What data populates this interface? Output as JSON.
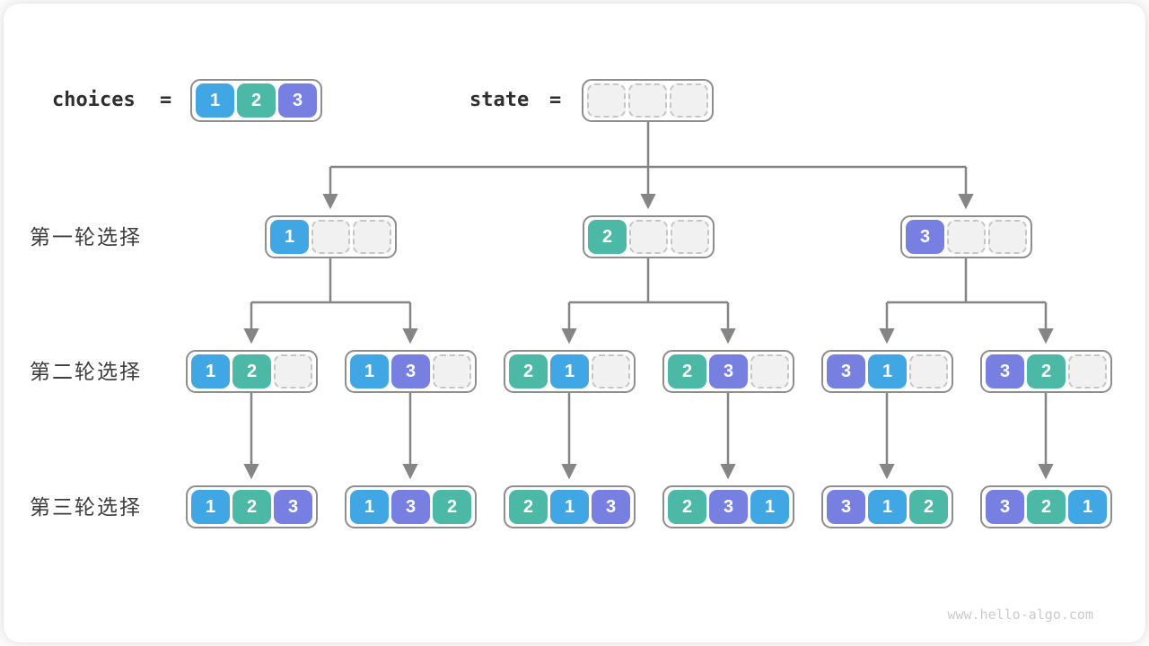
{
  "header": {
    "choices_label": "choices",
    "choices_equals": "=",
    "choices_cells": [
      "1",
      "2",
      "3"
    ],
    "state_label": "state",
    "state_equals": "=",
    "state_cells": [
      "",
      "",
      ""
    ]
  },
  "rows": [
    {
      "label": "第一轮选择",
      "nodes": [
        [
          "1",
          "",
          ""
        ],
        [
          "2",
          "",
          ""
        ],
        [
          "3",
          "",
          ""
        ]
      ]
    },
    {
      "label": "第二轮选择",
      "nodes": [
        [
          "1",
          "2",
          ""
        ],
        [
          "1",
          "3",
          ""
        ],
        [
          "2",
          "1",
          ""
        ],
        [
          "2",
          "3",
          ""
        ],
        [
          "3",
          "1",
          ""
        ],
        [
          "3",
          "2",
          ""
        ]
      ]
    },
    {
      "label": "第三轮选择",
      "nodes": [
        [
          "1",
          "2",
          "3"
        ],
        [
          "1",
          "3",
          "2"
        ],
        [
          "2",
          "1",
          "3"
        ],
        [
          "2",
          "3",
          "1"
        ],
        [
          "3",
          "1",
          "2"
        ],
        [
          "3",
          "2",
          "1"
        ]
      ]
    }
  ],
  "colors": {
    "value_1": "#41A6E4",
    "value_2": "#4CB9A6",
    "value_3": "#7780E1",
    "empty_cell": "#F1F1F2",
    "connector": "#858585"
  },
  "watermark": "www.hello-algo.com"
}
